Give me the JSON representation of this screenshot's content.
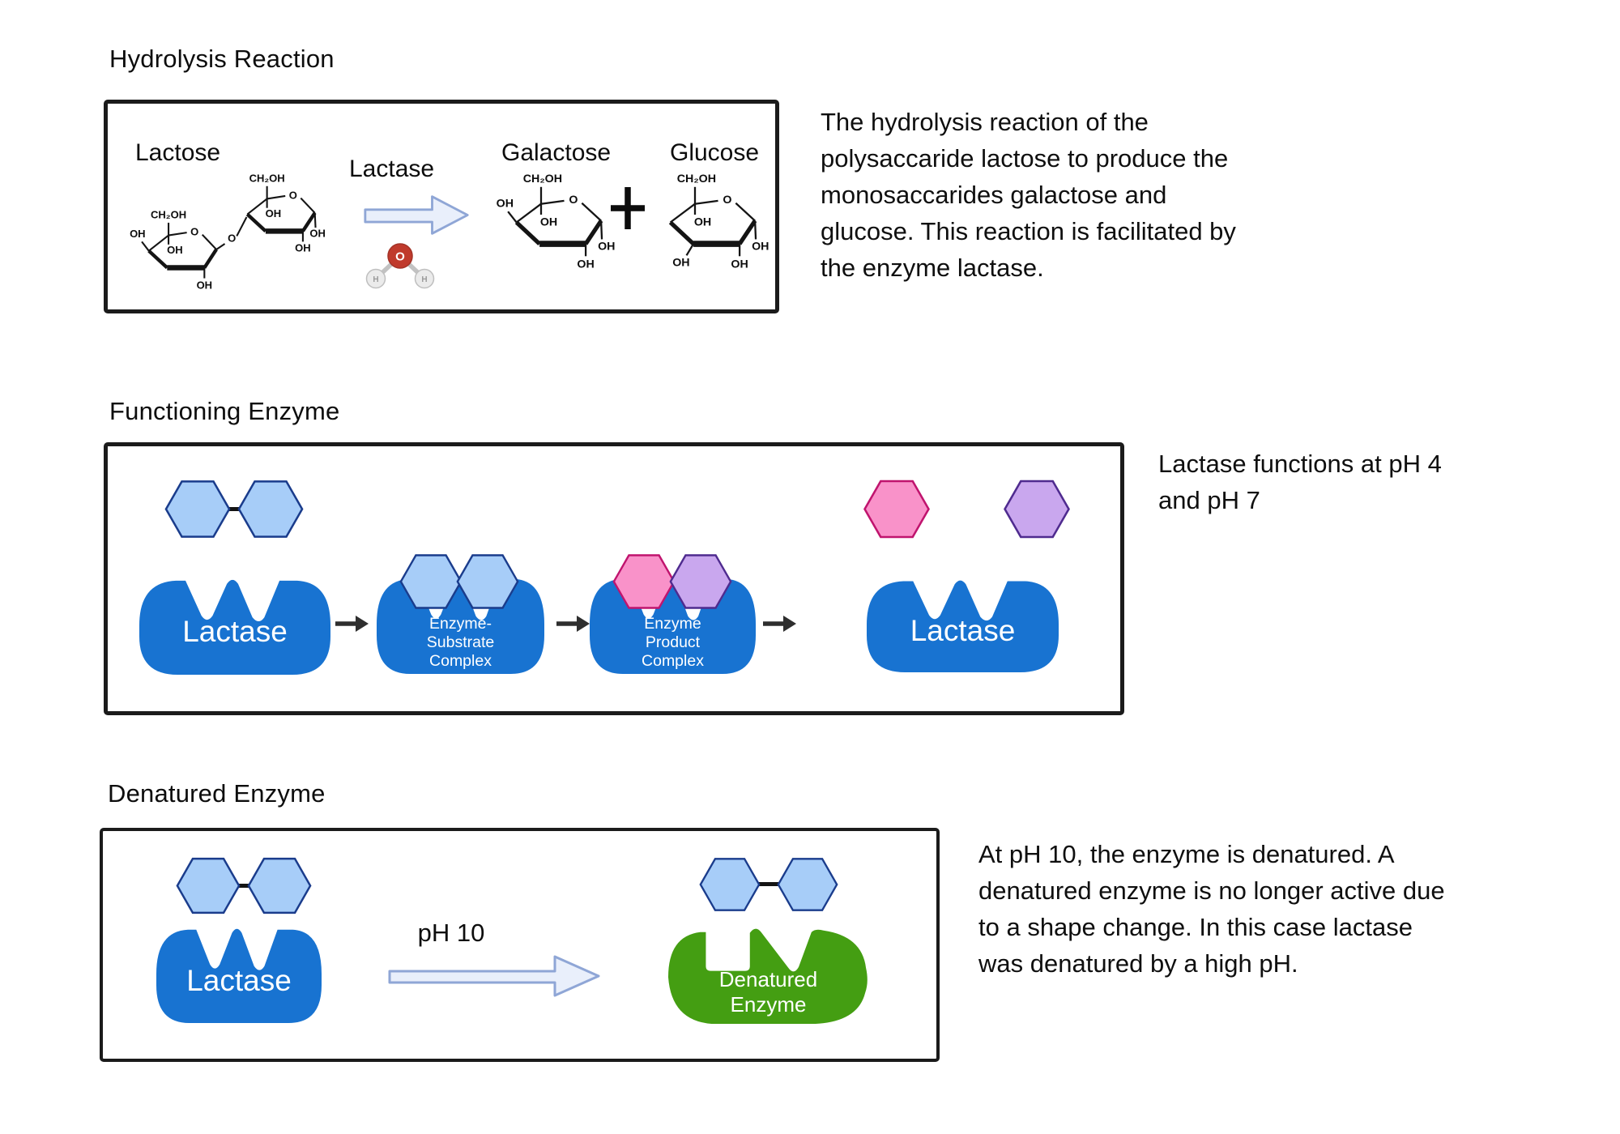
{
  "hydrolysis": {
    "title": "Hydrolysis Reaction",
    "lactose_label": "Lactose",
    "lactase_label": "Lactase",
    "galactose_label": "Galactose",
    "glucose_label": "Glucose",
    "plus_sign": "+",
    "description": "The hydrolysis reaction of the\npolysaccaride lactose to produce the\nmonosaccarides galactose and\nglucose. This reaction is facilitated by\nthe enzyme lactase."
  },
  "functioning": {
    "title": "Functioning Enzyme",
    "lactase_start_label": "Lactase",
    "esc_label": "Enzyme-\nSubstrate\nComplex",
    "epc_label": "Enzyme\nProduct\nComplex",
    "lactase_end_label": "Lactase",
    "note": "Lactase functions at pH 4\nand pH 7"
  },
  "denatured": {
    "title": "Denatured Enzyme",
    "lactase_label": "Lactase",
    "ph_label": "pH 10",
    "denatured_label": "Denatured\nEnzyme",
    "note": "At pH 10, the enzyme is denatured. A\ndenatured enzyme is no longer active due\nto a shape change. In this case lactase\nwas denatured by a high pH."
  },
  "chem": {
    "ch2oh": "CH₂OH",
    "oh": "OH",
    "ring_o": "O",
    "water_o": "O",
    "water_h": "H"
  },
  "colors": {
    "enzyme_blue": "#1873d1",
    "substrate_blue_fill": "#a7cdf8",
    "substrate_blue_border": "#1a3c8c",
    "product_pink_fill": "#f992c9",
    "product_pink_border": "#c0146e",
    "product_purple_fill": "#c9a7ee",
    "product_purple_border": "#4f2b8f",
    "denatured_green": "#449e12",
    "reaction_arrow_fill": "#e9effb",
    "reaction_arrow_border": "#8fa6d6",
    "water_oxygen_red": "#c03a2c",
    "box_border": "#1b1b1b"
  }
}
